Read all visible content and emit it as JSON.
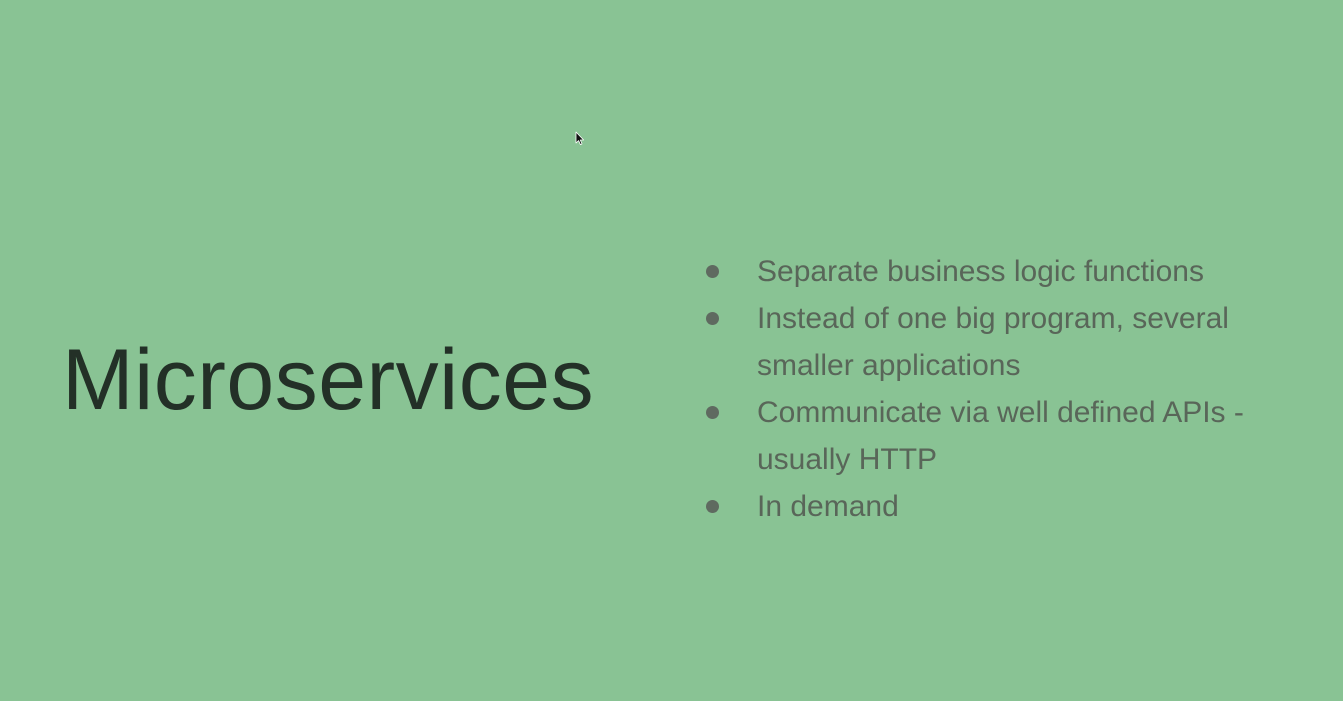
{
  "slide": {
    "title": "Microservices",
    "bullets": [
      {
        "text": "Separate business logic functions"
      },
      {
        "text": "Instead of one big program, several smaller applications"
      },
      {
        "text": "Communicate via well defined APIs - usually HTTP"
      },
      {
        "text": "In demand"
      }
    ]
  },
  "colors": {
    "background": "#89c394",
    "title": "#233027",
    "bullet_text": "#596659"
  },
  "icons": {
    "cursor": "mouse-pointer-icon",
    "bullet": "bullet-dot-icon"
  }
}
